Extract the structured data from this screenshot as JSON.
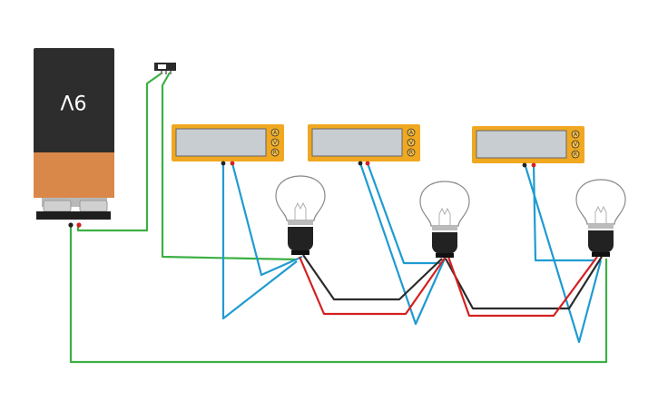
{
  "battery": {
    "label": "9V"
  },
  "multimeters": [
    {
      "buttons": [
        "A",
        "V",
        "R"
      ]
    },
    {
      "buttons": [
        "A",
        "V",
        "R"
      ]
    },
    {
      "buttons": [
        "A",
        "V",
        "R"
      ]
    }
  ],
  "colors": {
    "wire_green": "#3cb043",
    "wire_blue": "#1f9bd1",
    "wire_red": "#d42020",
    "wire_black": "#2b2b2b",
    "multimeter_body": "#f0a820",
    "multimeter_screen": "#c8cdd2",
    "battery_top": "#2d2d2d",
    "battery_bottom": "#d9884a"
  },
  "icons": [
    "battery-9v-icon",
    "slide-switch-icon",
    "multimeter-icon",
    "light-bulb-icon"
  ]
}
